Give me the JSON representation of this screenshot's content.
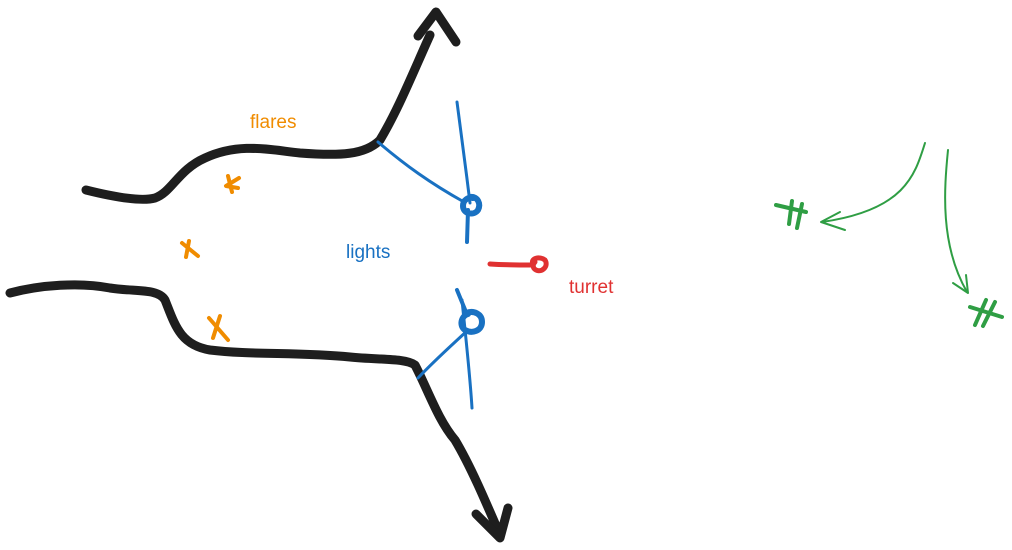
{
  "labels": {
    "flares": "flares",
    "lights": "lights",
    "turret": "turret"
  },
  "colors": {
    "road": "#1e1e1e",
    "flares": "#f08c00",
    "lights": "#1971c2",
    "turret": "#e03131",
    "arrows": "#2f9e44",
    "background": "#ffffff"
  }
}
